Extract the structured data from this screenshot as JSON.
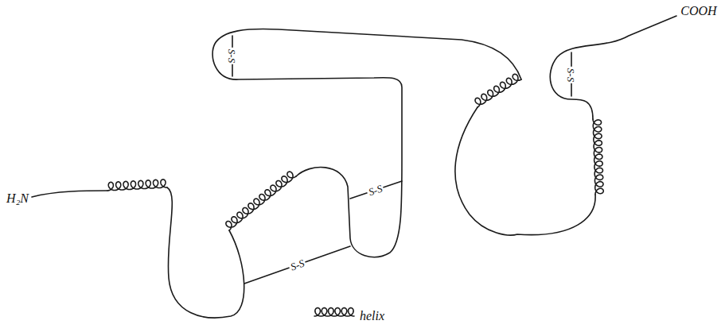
{
  "diagram": {
    "labels": [
      "H₂N",
      "COOH",
      "S-S",
      "S-S",
      "S-S",
      "S-S"
    ],
    "legend": [
      {
        "text": "helix"
      }
    ]
  }
}
